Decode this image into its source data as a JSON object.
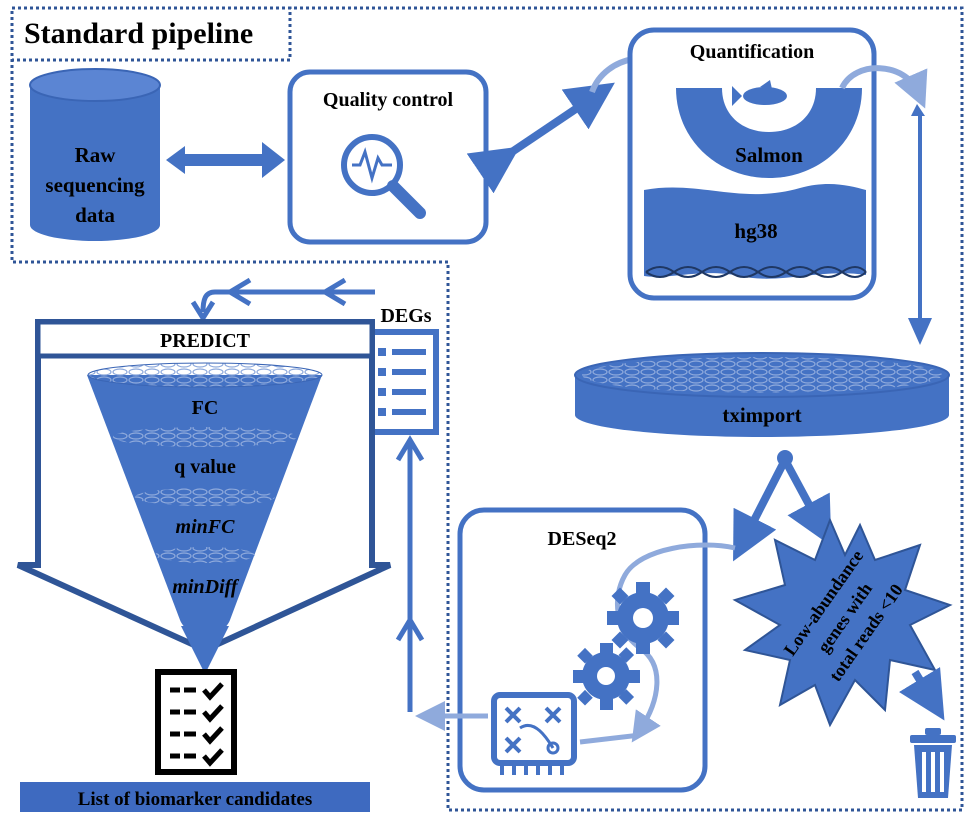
{
  "section_title": "Standard pipeline",
  "raw_data": {
    "lines": [
      "Raw",
      "sequencing",
      "data"
    ]
  },
  "quality_control": {
    "label": "Quality control"
  },
  "quantification": {
    "label": "Quantification",
    "tool": "Salmon",
    "reference": "hg38"
  },
  "tximport": {
    "label": "tximport"
  },
  "low_abundance": {
    "lines": [
      "Low-abundance",
      "genes with",
      "total reads <10"
    ]
  },
  "deseq2": {
    "label": "DESeq2"
  },
  "degs": {
    "label": "DEGs"
  },
  "predict": {
    "label": "PREDICT",
    "filters": [
      "FC",
      "q value",
      "minFC",
      "minDiff"
    ]
  },
  "output": {
    "label": "List of biomarker candidates"
  },
  "colors": {
    "primary": "#4472C4",
    "light": "#8FAADC",
    "dark": "#2F5597",
    "banner": "#3E6AC0",
    "black": "#000000"
  },
  "icons": [
    "cylinder-icon",
    "magnifier-pulse-icon",
    "fish-icon",
    "dna-icon",
    "checklist-icon",
    "gear-icon",
    "strategy-board-icon",
    "trash-icon",
    "clipboard-checklist-icon"
  ]
}
